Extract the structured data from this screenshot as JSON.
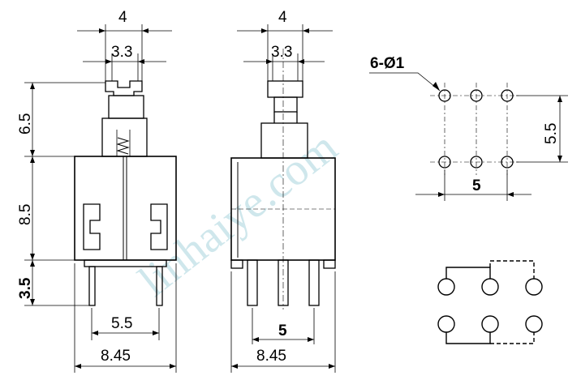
{
  "labels": {
    "w_top_left": "4",
    "w_sub_left": "3.3",
    "w_top_right": "4",
    "w_sub_right": "3.3",
    "h_plunger": "6.5",
    "h_body": "8.5",
    "h_pins": "3.5",
    "pitch_left": "5.5",
    "width_left": "8.45",
    "pitch_mid": "5",
    "width_mid": "8.45",
    "holes_note": "6-Ø1",
    "row_spacing": "5.5",
    "col_span": "5"
  },
  "watermark": "linhaiye.com",
  "colors": {
    "line": "#000000",
    "watermark": "#cfe7ec"
  }
}
